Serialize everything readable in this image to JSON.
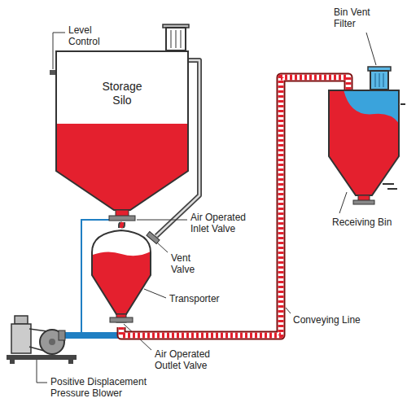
{
  "diagram": {
    "nodes": [
      {
        "text": [
          "Storage Silo"
        ]
      },
      {
        "text": [
          "Transporter"
        ]
      },
      {
        "text": [
          "Receiving Bin"
        ]
      }
    ],
    "edges": [
      {
        "from": 0,
        "to": 1,
        "arrow": "none"
      },
      {
        "from": 1,
        "to": 2,
        "arrow": "none"
      }
    ],
    "labels": [
      "Level Control",
      "Bin Vent Filter",
      "Air Operated Inlet Valve",
      "Vent Valve",
      "Conveying Line",
      "Air Operated Outlet Valve",
      "Positive Displacement Pressure Blower"
    ]
  }
}
